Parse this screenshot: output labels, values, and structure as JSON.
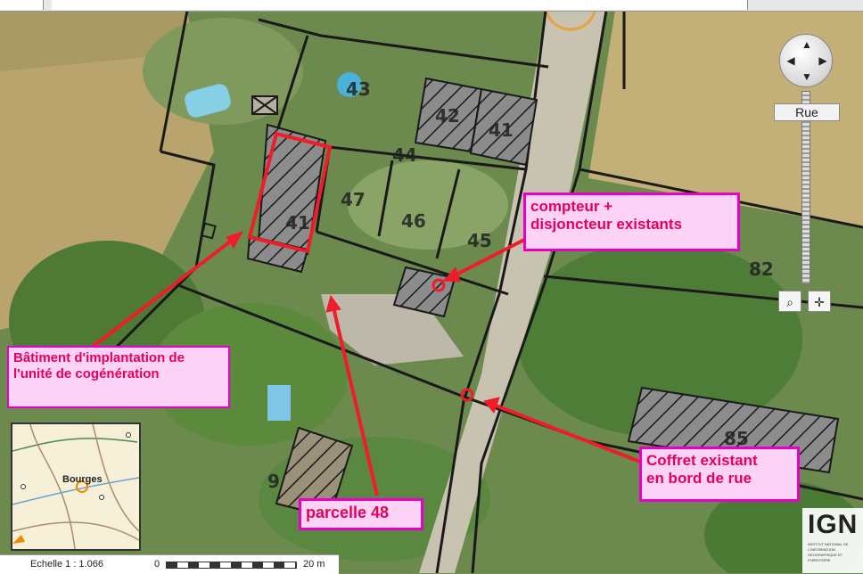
{
  "map": {
    "parcels": [
      "43",
      "42",
      "41",
      "44",
      "47",
      "46",
      "45",
      "41",
      "82",
      "85",
      "9"
    ],
    "colors": {
      "callout_fill": "#fcd3f7",
      "callout_border": "#e600c8",
      "callout_text": "#e6005a",
      "arrow": "#ef1c2a",
      "parcel_line": "#1a1a1a",
      "building_outline": "#ef1c2a"
    }
  },
  "callouts": {
    "compteur": "compteur +\ndisjoncteur existants",
    "batiment": "Bâtiment d'implantation de\nl'unité de cogénération",
    "parcelle": "parcelle 48",
    "coffret": "Coffret existant\nen bord de rue"
  },
  "controls": {
    "pan_icons": [
      "chevron-up-icon",
      "chevron-left-icon",
      "chevron-right-icon",
      "chevron-down-icon"
    ],
    "zoom_label": "Rue",
    "tool_icons": [
      "zoom-box-icon",
      "crosshair-icon"
    ]
  },
  "overview_map": {
    "city": "Bourges"
  },
  "scale": {
    "label": "Echelle 1 :  1.066",
    "start": "0",
    "end": "20 m"
  },
  "logo": {
    "text": "IGN",
    "subtitle": "INSTITUT NATIONAL DE L'INFORMATION GÉOGRAPHIQUE ET FORESTIÈRE"
  }
}
